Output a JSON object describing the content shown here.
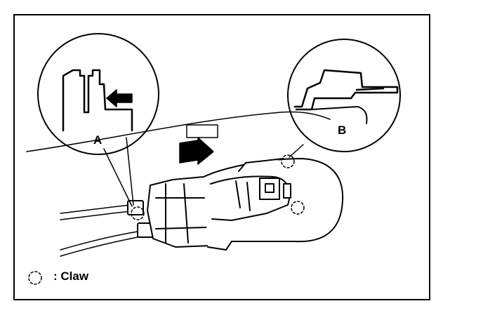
{
  "callouts": {
    "a": "A",
    "b": "B"
  },
  "legend": {
    "icon": "dashed-circle-icon",
    "text": ": Claw"
  },
  "colors": {
    "ink": "#000000",
    "paper": "#ffffff"
  }
}
